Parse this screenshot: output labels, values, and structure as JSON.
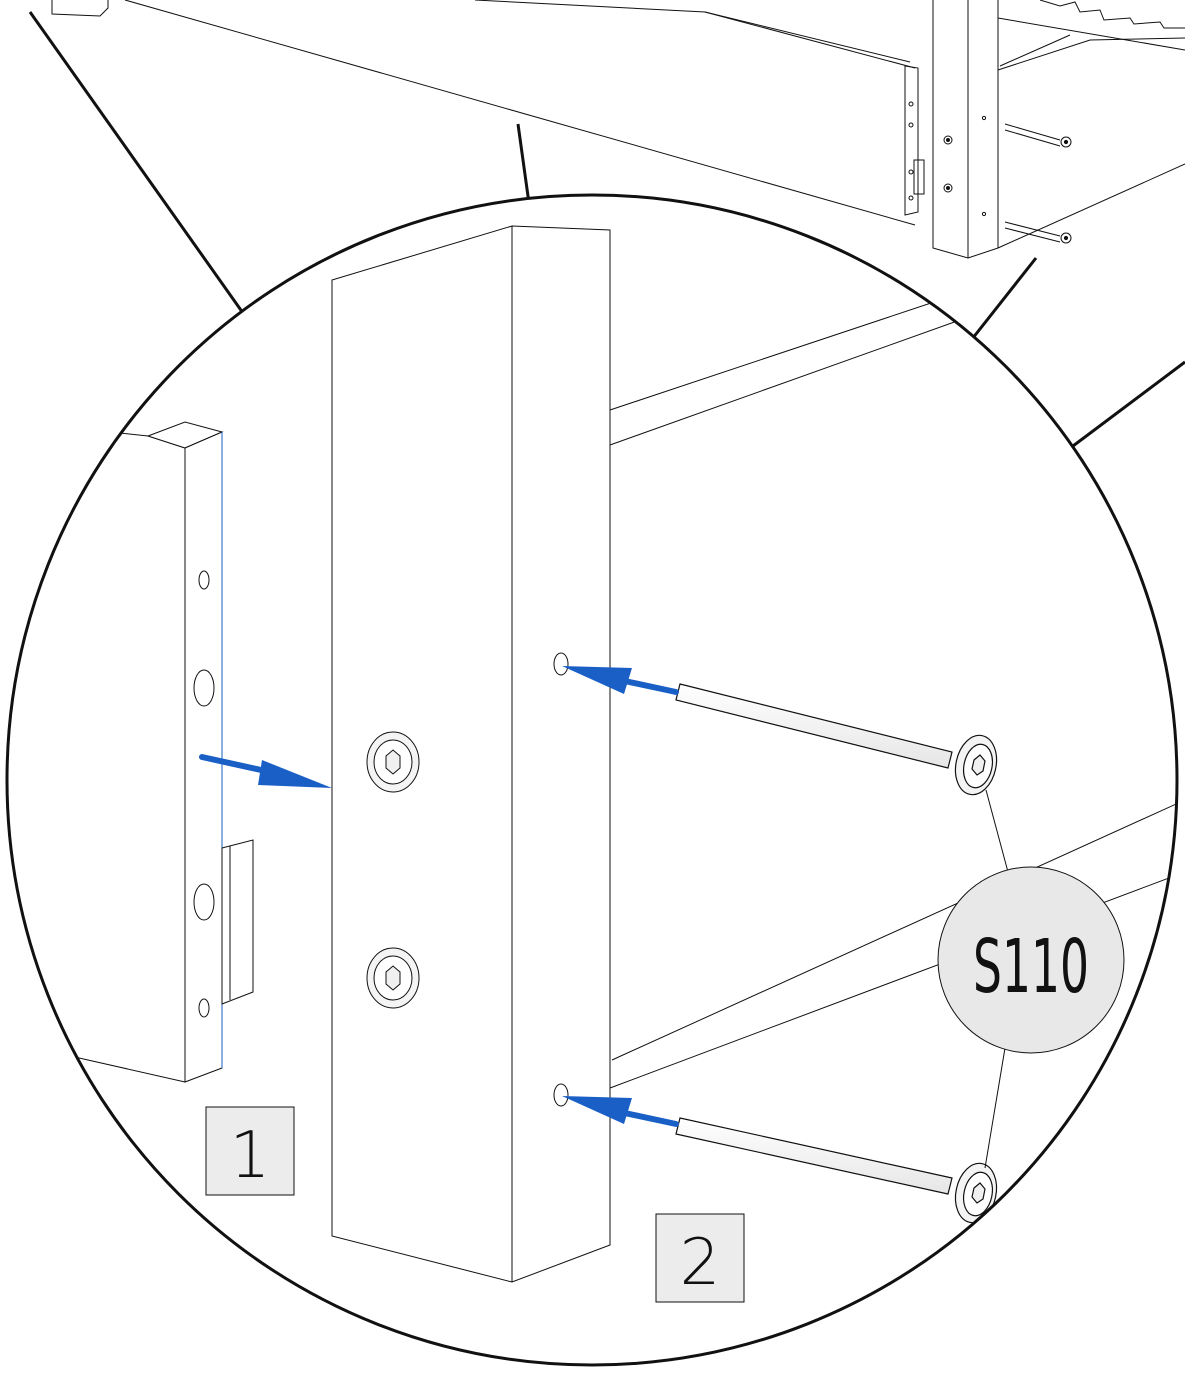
{
  "diagram": {
    "steps": [
      {
        "label": "1"
      },
      {
        "label": "2"
      }
    ],
    "part_callout": {
      "label": "S110"
    },
    "colors": {
      "line": "#111111",
      "arrow": "#1a5fc6",
      "callout_fill": "#e8e8e8",
      "step_fill": "#ececec"
    }
  }
}
